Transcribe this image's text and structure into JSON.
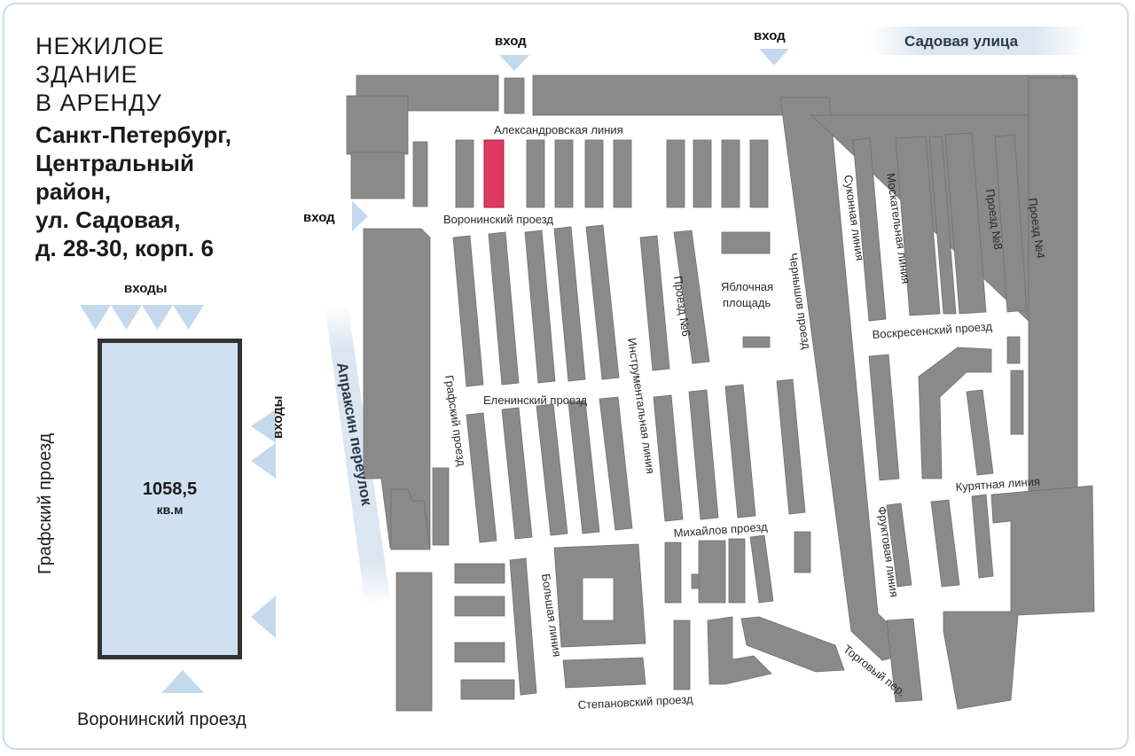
{
  "title": {
    "lines": [
      "НЕЖИЛОЕ",
      "ЗДАНИЕ",
      "В АРЕНДУ"
    ]
  },
  "address": {
    "lines": [
      "Санкт-Петербург,",
      "Центральный",
      "район,",
      "ул. Садовая,",
      "д. 28-30, корп. 6"
    ]
  },
  "floor_plan": {
    "area_value": "1058,5",
    "area_unit": "кв.м",
    "entrances_top_label": "входы",
    "entrances_right_label": "входы",
    "left_street": "Графский проезд",
    "bottom_street": "Воронинский проезд",
    "fill_color": "#cfe0f1"
  },
  "map": {
    "highlight_color": "#e0395f",
    "block_color": "#8a8a8a",
    "gates": [
      "вход",
      "вход",
      "вход"
    ],
    "streets": {
      "sadovaya": "Садовая улица",
      "apraksin": "Апраксин переулок",
      "aleksandrovskaya": "Александровская линия",
      "voroninsky": "Воронинский проезд",
      "eleninsky": "Еленинский проезд",
      "grafsky": "Графский проезд",
      "instrumentalnaya": "Инструментальная линия",
      "proezd6": "Проезд №6",
      "yablochnaya": [
        "Яблочная",
        "площадь"
      ],
      "chernyshov": "Чернышов проезд",
      "sukonnaya": "Суконная линия",
      "moskatelnaya": "Москательная линия",
      "proezd8": "Проезд №8",
      "proezd4": "Проезд №4",
      "voskresensky": "Воскресенский проезд",
      "kuryatnaya": "Курятная линия",
      "fruktovaya": "Фруктовая линия",
      "mikhailov": "Михайлов проезд",
      "bolshaya": "Большая линия",
      "stepanovsky": "Степановский проезд",
      "torgovy": "Торговый пер."
    }
  }
}
